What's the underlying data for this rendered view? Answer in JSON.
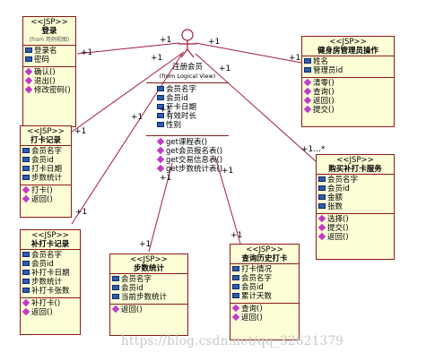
{
  "colors": {
    "class_fill": "#fdfdd6",
    "border": "#8b1a1a",
    "line": "#a01c3c",
    "attr_icon": "#2c5fb0",
    "op_icon": "#c23ac7"
  },
  "actor": {
    "icon": "actor-stick-figure-icon"
  },
  "center": {
    "title": "注册会员",
    "subtitle": "(from Logical View)",
    "attributes": [
      "会员名字",
      "会员id",
      "开卡日期",
      "有效时长",
      "性别"
    ],
    "operations": [
      "get课程表()",
      "get会员报名表()",
      "get交易信息表()",
      "get步数统计表()"
    ]
  },
  "login": {
    "stereotype": "<<JSP>>",
    "name": "登录",
    "from": "(from 用例视图)",
    "attributes": [
      "登录名",
      "密码"
    ],
    "operations": [
      "确认()",
      "退出()",
      "修改密码()"
    ]
  },
  "manager": {
    "stereotype": "<<JSP>>",
    "name": "健身房管理员操作",
    "attributes": [
      "姓名",
      "管理员id"
    ],
    "operations": [
      "清零()",
      "查询()",
      "返回()",
      "提交()"
    ]
  },
  "card_record": {
    "stereotype": "<<JSP>>",
    "name": "打卡记录",
    "attributes": [
      "会员名字",
      "会员id",
      "打卡日期",
      "步数统计"
    ],
    "operations": [
      "打卡()",
      "返回()"
    ]
  },
  "buy_card": {
    "stereotype": "<<JSP>>",
    "name": "购买补打卡服务",
    "attributes": [
      "会员名字",
      "会员id",
      "金额",
      "张数"
    ],
    "operations": [
      "选择()",
      "提交()",
      "返回()"
    ]
  },
  "makeup_record": {
    "stereotype": "<<JSP>>",
    "name": "补打卡记录",
    "attributes": [
      "会员名字",
      "会员id",
      "补打卡日期",
      "步数统计",
      "补打卡张数"
    ],
    "operations": [
      "补打卡()",
      "返回()"
    ]
  },
  "steps": {
    "stereotype": "<<JSP>>",
    "name": "步数统计",
    "attributes": [
      "会员名字",
      "会员id",
      "当前步数统计"
    ],
    "operations": [
      "返回()"
    ]
  },
  "history": {
    "stereotype": "<<JSP>>",
    "name": "查询历史打卡",
    "attributes": [
      "打卡情况",
      "会员名字",
      "会员id",
      "累计天数"
    ],
    "operations": [
      "查询()",
      "返回()"
    ]
  },
  "multiplicities": {
    "login_end": "+1",
    "login_actor": "+1",
    "manager_actor": "+1",
    "manager_end": "+1",
    "center_top": "+1",
    "card_actor": "+1",
    "card_end": "+1",
    "makeup_actor": "+1",
    "makeup_end": "+1",
    "steps_actor": "+1",
    "steps_end": "+1",
    "history_actor": "+1",
    "history_end": "+1",
    "buy_actor": "+1",
    "buy_end": "+1...*"
  },
  "watermark": "https://blog.csdn.net/qq_32621379"
}
